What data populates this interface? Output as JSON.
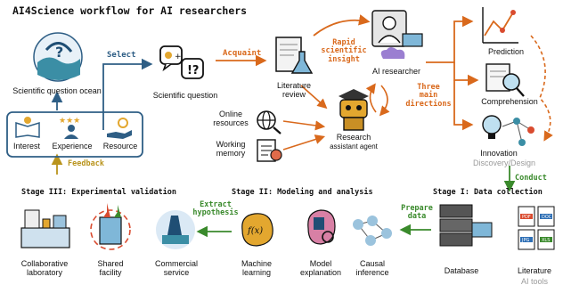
{
  "title": "AI4Science workflow for AI researchers",
  "labels": {
    "select": "Select",
    "acquaint": "Acquaint",
    "rapid_insight": "Rapid\nscientific\ninsight",
    "three_directions": "Three\nmain\ndirections",
    "conduct": "Conduct",
    "feedback": "Feedback",
    "extract": "Extract\nhypothesis",
    "prepare": "Prepare\ndata"
  },
  "nodes": {
    "ocean": "Scientific question ocean",
    "question": "Scientific question",
    "literature_review": "Literature\nreview",
    "ai_researcher": "AI researcher",
    "online": "Online\nresources",
    "memory": "Working\nmemory",
    "agent_title": "Research",
    "agent_sub": "assistant agent",
    "interest": "Interest",
    "experience": "Experience",
    "resource": "Resource",
    "prediction": "Prediction",
    "comprehension": "Comprehension",
    "innovation": "Innovation",
    "discovery": "Discovery/Design"
  },
  "stages": {
    "stage3": "Stage III: Experimental validation",
    "stage2": "Stage II: Modeling and analysis",
    "stage1": "Stage I: Data collection"
  },
  "bottom": {
    "collab": "Collaborative\nlaboratory",
    "shared": "Shared\nfacility",
    "commercial": "Commercial\nservice",
    "ml": "Machine\nlearning",
    "model_exp": "Model\nexplanation",
    "causal": "Causal\ninference",
    "database": "Database",
    "literature": "Literature",
    "ai_tools": "AI tools"
  },
  "icon_text": {
    "fx": "f(x)",
    "pdf": "PDF",
    "doc": "DOC",
    "jpg": "JPG",
    "xls": "XLS"
  },
  "colors": {
    "blue": "#2e5e85",
    "orange": "#d9691c",
    "gold": "#b9941d",
    "green": "#3a8a2c",
    "teal": "#3b8ea5"
  }
}
